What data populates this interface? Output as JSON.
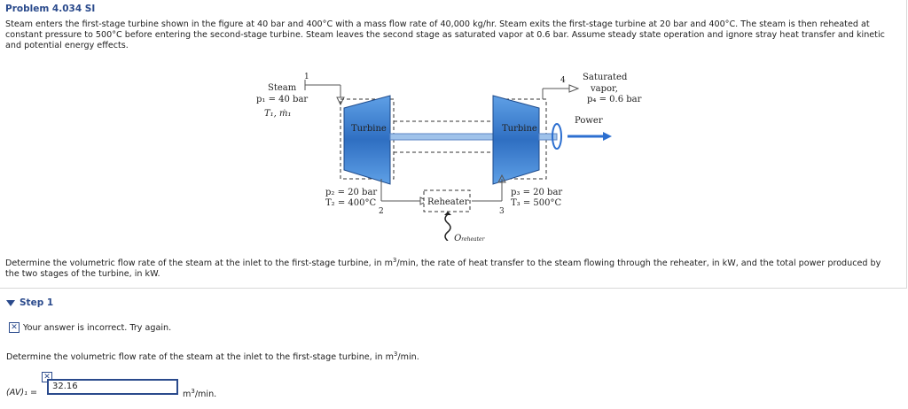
{
  "problem": {
    "title": "Problem 4.034 SI",
    "statement": "Steam enters the first-stage turbine shown in the figure at 40 bar and 400°C with a mass flow rate of 40,000 kg/hr.  Steam exits the first-stage turbine at 20 bar and 400°C. The steam is then reheated at constant pressure to 500°C before entering the second-stage turbine. Steam leaves the second stage as saturated vapor at 0.6 bar. Assume steady state operation and ignore stray heat transfer and kinetic and potential energy effects.",
    "question_pre": "Determine the volumetric flow rate of the steam at the inlet to the first-stage turbine, in m",
    "question_sup": "3",
    "question_post": "/min, the rate of heat transfer to the steam flowing through the reheater, in kW, and the total power produced by the two stages of the turbine, in kW."
  },
  "figure": {
    "steam_label": "Steam",
    "p1": "p₁ = 40 bar",
    "t1": "T₁, ṁ₁",
    "state1": "1",
    "turbine1": "Turbine",
    "turbine2": "Turbine",
    "state4": "4",
    "sat1": "Saturated",
    "sat2": "vapor,",
    "p4": "p₄ = 0.6 bar",
    "power": "Power",
    "p2": "p₂ = 20 bar",
    "t2": "T₂ = 400°C",
    "state2": "2",
    "reheater": "Reheater",
    "p3": "p₃ = 20 bar",
    "t3": "T₃ = 500°C",
    "state3": "3",
    "q": "Q",
    "q_sub": "reheater"
  },
  "step": {
    "label": "Step 1",
    "feedback": "Your answer is incorrect.  Try again.",
    "prompt_pre": "Determine the volumetric flow rate of the steam at the inlet to the first-stage turbine, in m",
    "prompt_sup": "3",
    "prompt_post": "/min.",
    "var_label": "(AV)₁ =",
    "answer_value": "32.16",
    "unit_pre": "m",
    "unit_sup": "3",
    "unit_post": "/min."
  },
  "colors": {
    "accent": "#2a4a8c",
    "turbine_blue": "#3a78c8",
    "arrow_blue": "#2c6fd0"
  }
}
